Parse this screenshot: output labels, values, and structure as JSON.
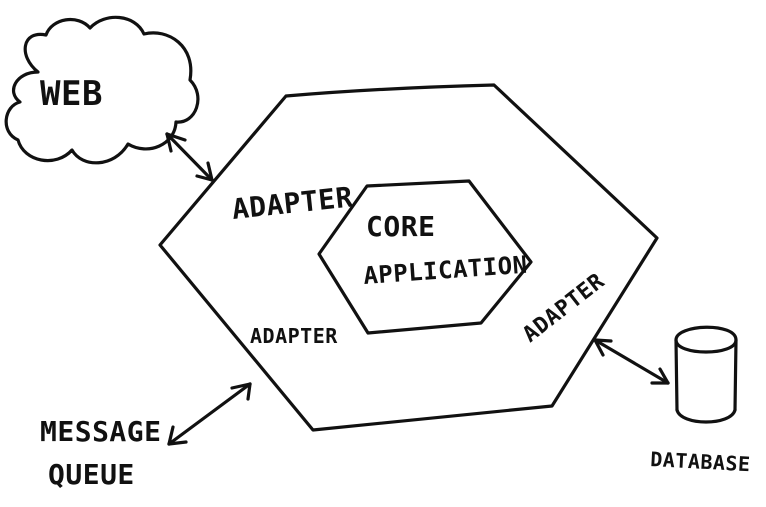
{
  "labels": {
    "web": "WEB",
    "adapter_top": "ADAPTER",
    "adapter_bottom": "ADAPTER",
    "adapter_right": "ADAPTER",
    "core_line1": "CORE",
    "core_line2": "APPLICATION",
    "message_line1": "MESSAGE",
    "message_line2": "QUEUE",
    "database": "DATABASE"
  },
  "colors": {
    "ink": "#111111",
    "paper": "#ffffff"
  },
  "icons": {
    "web": "cloud-icon",
    "database": "cylinder-icon",
    "connections": "double-arrow-icon"
  }
}
